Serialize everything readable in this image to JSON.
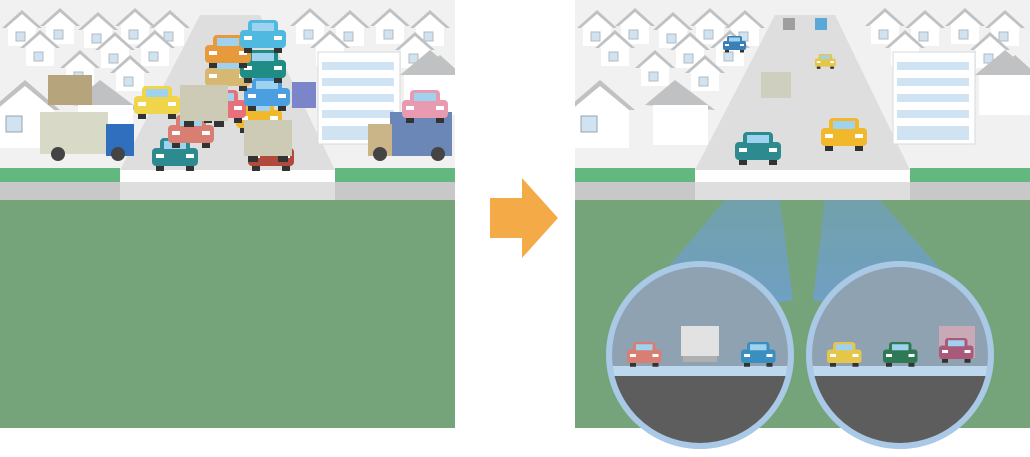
{
  "colors": {
    "sky": "#f1f1f1",
    "house_roof": "#bfc1c3",
    "house_wall": "#ffffff",
    "house_window": "#cfe3f2",
    "lawn": "#63b880",
    "road": "#dedede",
    "curb": "#c8c8c8",
    "ground": "#76a47a",
    "arrow": "#f5aa48",
    "tunnel_beam": "#7faed8",
    "lens_ring": "#a9c9e6",
    "tunnel_wall": "#8fa2b2",
    "tunnel_floor": "#5d5d5d",
    "tunnel_rail": "#bcd7ee"
  },
  "scenes": {
    "before": {
      "state": "surface-congestion"
    },
    "after": {
      "state": "underground-tunnels",
      "tunnel_count": 2
    }
  },
  "icons": {
    "arrow": "right-arrow-icon"
  }
}
